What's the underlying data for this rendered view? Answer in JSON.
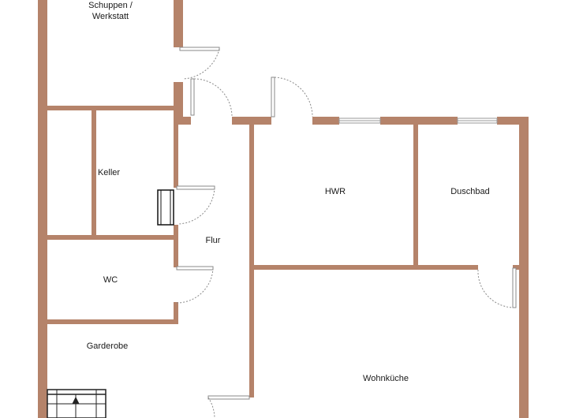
{
  "floorplan": {
    "wall_color": "#b5836a",
    "window_color": "#a0a0a0",
    "door_arc_color": "#888888",
    "rooms": [
      {
        "id": "schuppen",
        "label_lines": [
          "Schuppen /",
          "Werkstatt"
        ]
      },
      {
        "id": "keller",
        "label_lines": [
          "Keller"
        ]
      },
      {
        "id": "wc",
        "label_lines": [
          "WC"
        ]
      },
      {
        "id": "garderobe",
        "label_lines": [
          "Garderobe"
        ]
      },
      {
        "id": "flur",
        "label_lines": [
          "Flur"
        ]
      },
      {
        "id": "hwr",
        "label_lines": [
          "HWR"
        ]
      },
      {
        "id": "duschbad",
        "label_lines": [
          "Duschbad"
        ]
      },
      {
        "id": "wohnkueche",
        "label_lines": [
          "Wohnküche"
        ]
      }
    ]
  }
}
